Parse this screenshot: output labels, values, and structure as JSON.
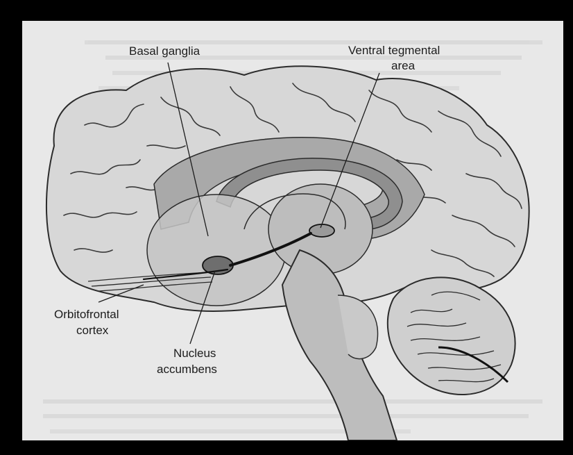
{
  "figure": {
    "colors": {
      "frame": "#000000",
      "paper": "#e8e8e8",
      "brain_fill": "#d7d7d7",
      "limbic_fill": "#a9a9a9",
      "inner_fill": "#c4c4c4",
      "outline": "#2b2b2b",
      "pathway": "#111111"
    },
    "labels": {
      "basal_ganglia": "Basal ganglia",
      "vta_line1": "Ventral tegmental",
      "vta_line2": "area",
      "orbitofrontal_line1": "Orbitofrontal",
      "orbitofrontal_line2": "cortex",
      "nucleus_line1": "Nucleus",
      "nucleus_line2": "accumbens"
    }
  }
}
